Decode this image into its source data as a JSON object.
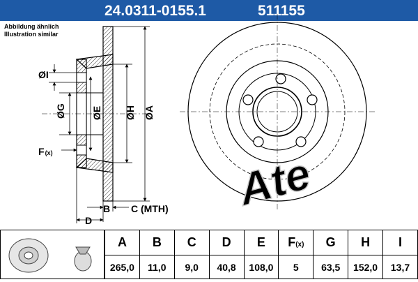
{
  "header": {
    "part_number": "24.0311-0155.1",
    "ref_number": "511155",
    "bg_color": "#1e5aa6"
  },
  "note": {
    "line1": "Abbildung ähnlich",
    "line2": "Illustration similar"
  },
  "labels": {
    "dim_i": "ØI",
    "dim_g": "ØG",
    "dim_e": "ØE",
    "dim_h": "ØH",
    "dim_a": "ØA",
    "dim_f": "F",
    "dim_f_sub": "(x)",
    "dim_b": "B",
    "dim_c": "C (MTH)",
    "dim_d": "D"
  },
  "logo": "Ate",
  "table": {
    "headers": [
      "A",
      "B",
      "C",
      "D",
      "E",
      "F",
      "G",
      "H",
      "I"
    ],
    "header_f_sub": "(x)",
    "values": [
      "265,0",
      "11,0",
      "9,0",
      "40,8",
      "108,0",
      "5",
      "63,5",
      "152,0",
      "13,7"
    ]
  }
}
